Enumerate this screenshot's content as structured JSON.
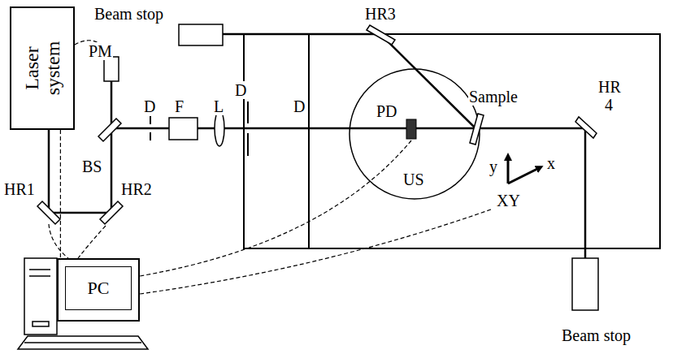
{
  "diagram": {
    "nodes": [
      {
        "text": [
          "Laser system"
        ]
      },
      {
        "text": [
          "PC"
        ]
      }
    ],
    "edges": [
      {
        "from": 0,
        "to": 1,
        "arrow": "none"
      }
    ],
    "labels": [
      "Beam stop",
      "HR3",
      "PM",
      "D",
      "F",
      "L",
      "D",
      "D",
      "PD",
      "Sample",
      "HR 4",
      "BS",
      "HR1",
      "HR2",
      "y",
      "x",
      "US",
      "XY",
      "Beam stop"
    ]
  }
}
